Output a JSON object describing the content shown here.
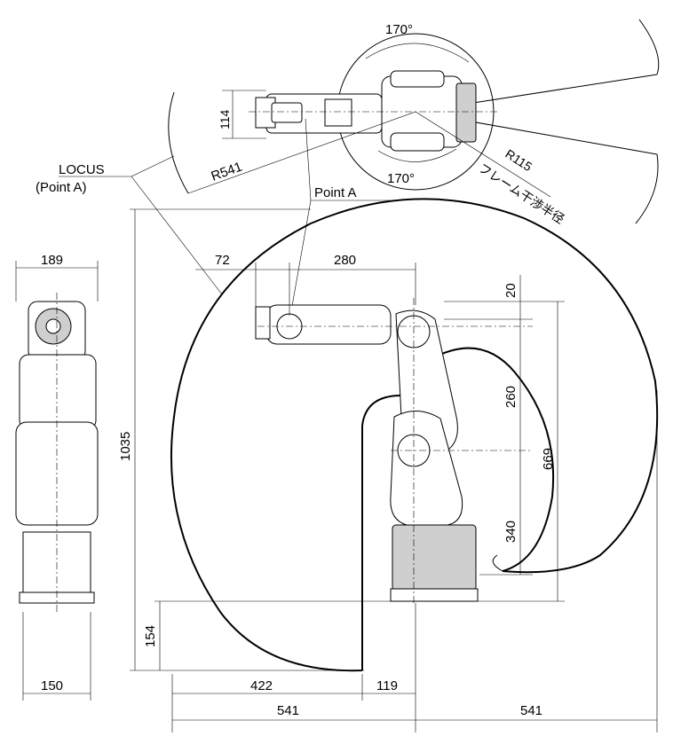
{
  "top_view": {
    "angle_top": "170°",
    "angle_bottom": "170°",
    "width_114": "114",
    "radius_541": "R541",
    "radius_115": "R115",
    "interference_label": "フレーム干渉半径"
  },
  "labels": {
    "locus": "LOCUS",
    "point_a_paren": "(Point  A)",
    "point_a": "Point  A"
  },
  "side_view": {
    "d72": "72",
    "d280": "280",
    "d20": "20",
    "d260": "260",
    "d669": "669",
    "d340": "340",
    "d1035": "1035",
    "d154": "154",
    "d422": "422",
    "d119": "119",
    "d541_left": "541",
    "d541_right": "541"
  },
  "front_view": {
    "d189": "189",
    "d150": "150"
  }
}
